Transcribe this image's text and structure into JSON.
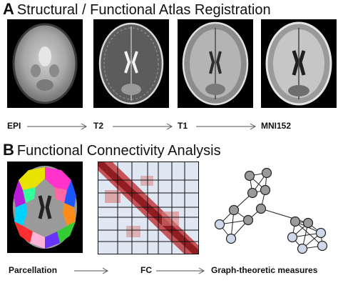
{
  "section_a": {
    "letter": "A",
    "title": "Structural / Functional Atlas Registration"
  },
  "section_b": {
    "letter": "B",
    "title": "Functional Connectivity Analysis"
  },
  "registration_steps": [
    "EPI",
    "T2",
    "T1",
    "MNI152"
  ],
  "analysis_steps": [
    "Parcellation",
    "FC",
    "Graph-theoretic measures"
  ],
  "colors": {
    "node_dark": "#9a9a9a",
    "node_light": "#cfd8ea",
    "fc_positive": "#b0262b",
    "fc_negative": "#7fb2d6"
  }
}
